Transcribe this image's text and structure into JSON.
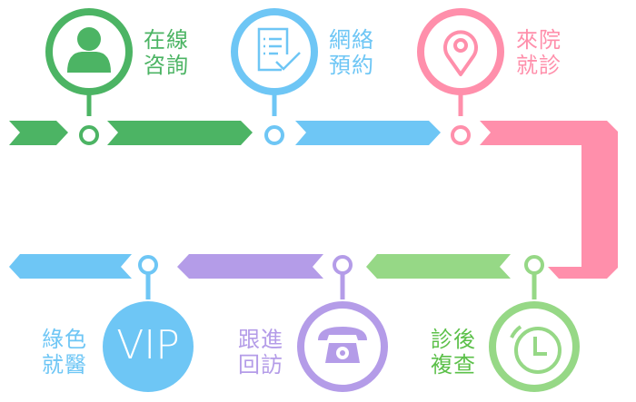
{
  "colors": {
    "green": "#4cb464",
    "blue": "#6ec6f5",
    "pink": "#ff8fab",
    "light_green": "#96d886",
    "purple": "#b49ce8"
  },
  "steps": [
    {
      "line1": "在線",
      "line2": "咨詢",
      "icon": "user-icon",
      "color": "#4cb464"
    },
    {
      "line1": "網絡",
      "line2": "預約",
      "icon": "checklist-icon",
      "color": "#6ec6f5"
    },
    {
      "line1": "來院",
      "line2": "就診",
      "icon": "location-pin-icon",
      "color": "#ff8fab"
    },
    {
      "line1": "診後",
      "line2": "複查",
      "icon": "clock-icon",
      "color": "#5cc04a"
    },
    {
      "line1": "跟進",
      "line2": "回訪",
      "icon": "telephone-icon",
      "color": "#b49ce8"
    },
    {
      "line1": "綠色",
      "line2": "就醫",
      "icon": "vip-icon",
      "color": "#6ec6f5"
    }
  ],
  "vip_text": "VIP"
}
